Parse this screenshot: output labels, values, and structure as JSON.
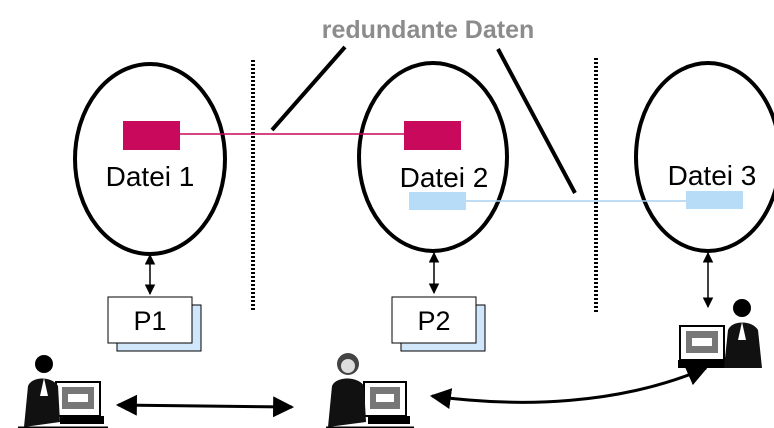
{
  "title": "redundante Daten",
  "files": [
    {
      "label": "Datei 1"
    },
    {
      "label": "Datei 2"
    },
    {
      "label": "Datei 3"
    }
  ],
  "programs": [
    {
      "label": "P1"
    },
    {
      "label": "P2"
    }
  ],
  "colors": {
    "data_record_a": "#c8095c",
    "data_record_b": "#b7dcf7",
    "title": "#8c8c8c",
    "link_b": "#a9d2f2"
  },
  "icons": [
    "user-workstation-icon",
    "user-workstation-icon",
    "user-workstation-icon"
  ]
}
